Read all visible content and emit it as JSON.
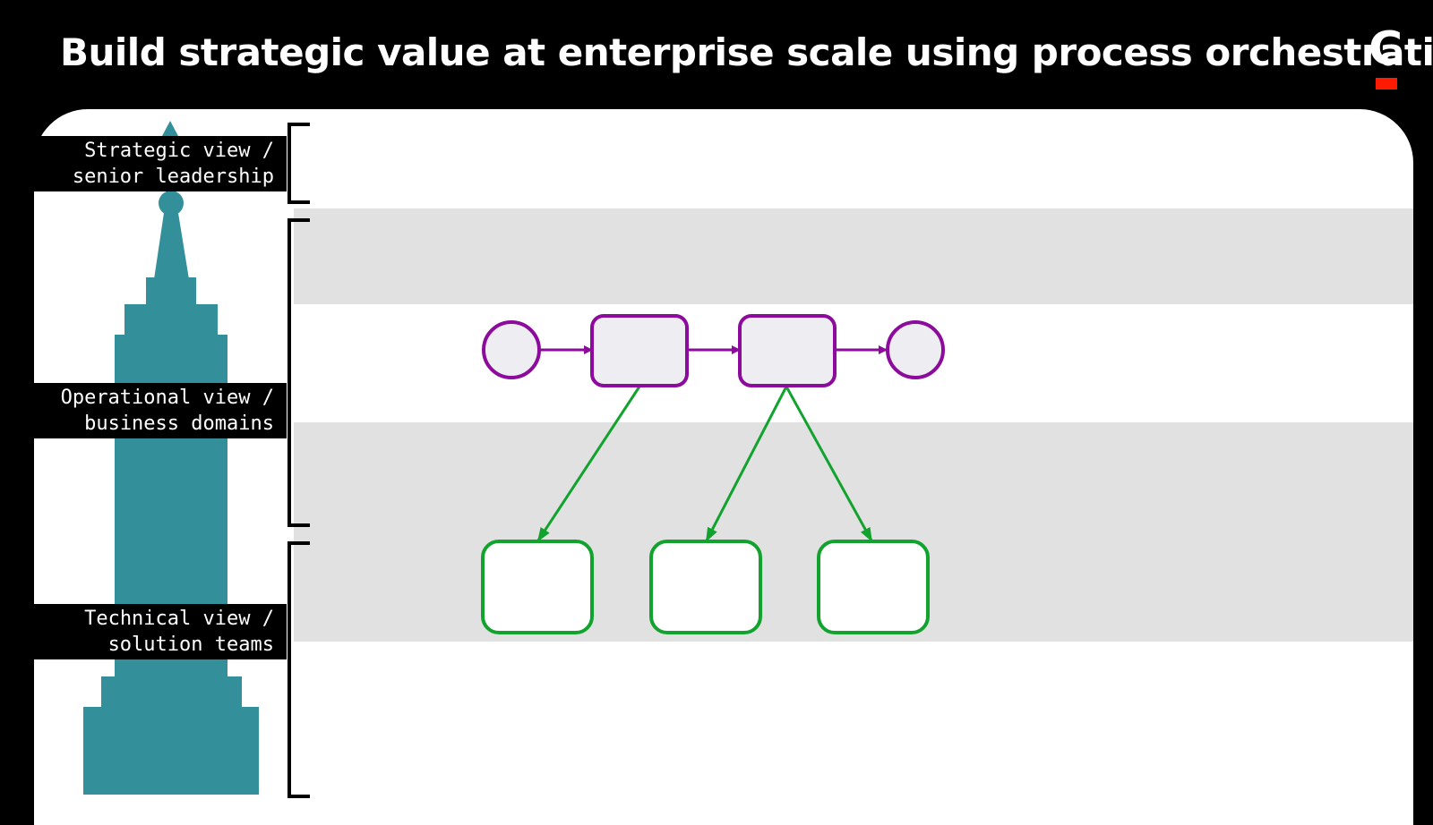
{
  "page": {
    "title": "Build strategic value at enterprise scale using process orchestration"
  },
  "logo": {
    "letter": "C",
    "accent_color": "#ff1a00"
  },
  "views": [
    {
      "id": "strategic",
      "line1": "Strategic view /",
      "line2": "senior leadership"
    },
    {
      "id": "operational",
      "line1": "Operational view /",
      "line2": "business domains"
    },
    {
      "id": "technical",
      "line1": "Technical view /",
      "line2": "solution teams"
    }
  ],
  "colors": {
    "background": "#000000",
    "panel": "#ffffff",
    "band": "#e1e1e1",
    "tower": "#33909a",
    "process_stroke": "#8c0a9c",
    "process_fill": "#eeeef2",
    "technical_stroke": "#12a32e",
    "technical_fill": "#ffffff"
  },
  "diagram": {
    "process_flow": [
      "start-event",
      "process-task-1",
      "process-task-2",
      "end-event"
    ],
    "links": [
      {
        "from": "process-task-1",
        "to": "technical-task-1"
      },
      {
        "from": "process-task-2",
        "to": "technical-task-2"
      },
      {
        "from": "process-task-2",
        "to": "technical-task-3"
      }
    ],
    "technical_tasks": [
      "technical-task-1",
      "technical-task-2",
      "technical-task-3"
    ]
  }
}
